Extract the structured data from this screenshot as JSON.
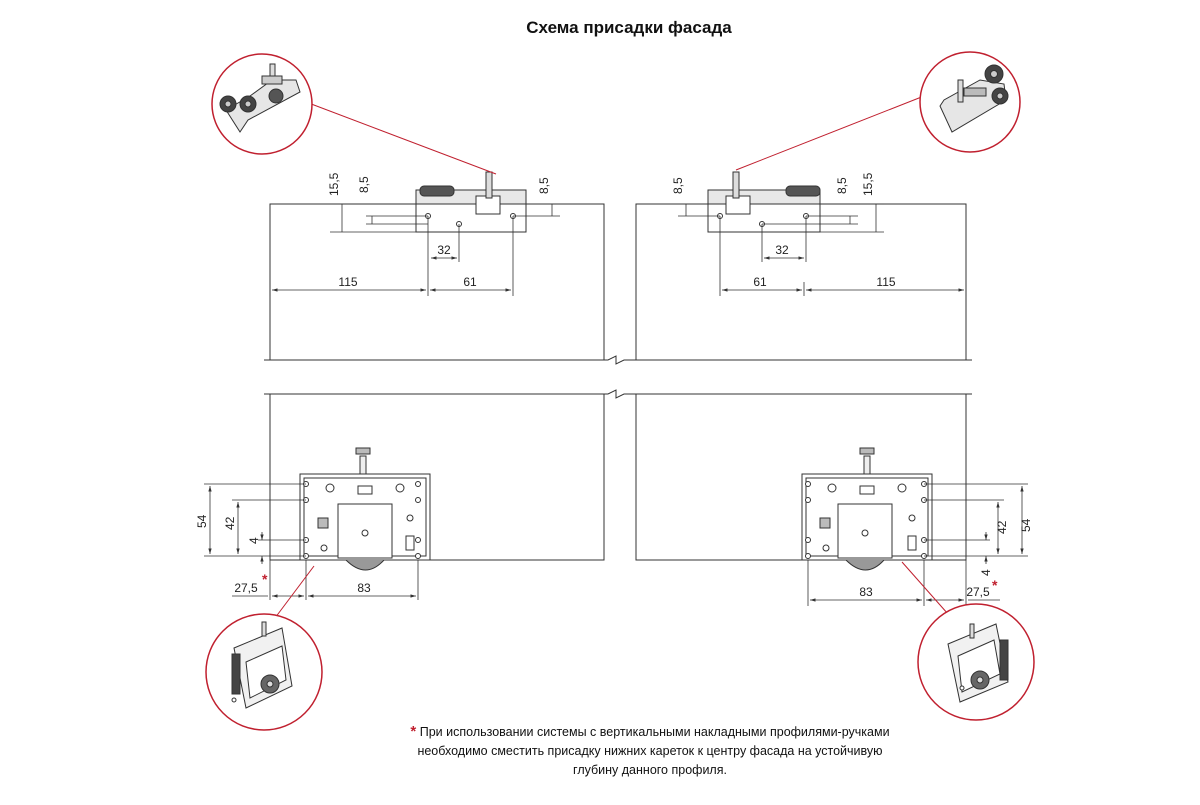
{
  "title": "Схема присадки фасада",
  "dims": {
    "d15_5": "15,5",
    "d8_5": "8,5",
    "d32": "32",
    "d61": "61",
    "d115": "115",
    "d54": "54",
    "d42": "42",
    "d4": "4",
    "d27_5": "27,5",
    "d83": "83"
  },
  "asterisk": "*",
  "note": {
    "star": "*",
    "text": "При использовании системы с вертикальными накладными профилями-ручками необходимо сместить присадку нижних кареток к центру фасада на устойчивую глубину данного профиля."
  },
  "colors": {
    "leader": "#c0202f",
    "line": "#333333"
  }
}
